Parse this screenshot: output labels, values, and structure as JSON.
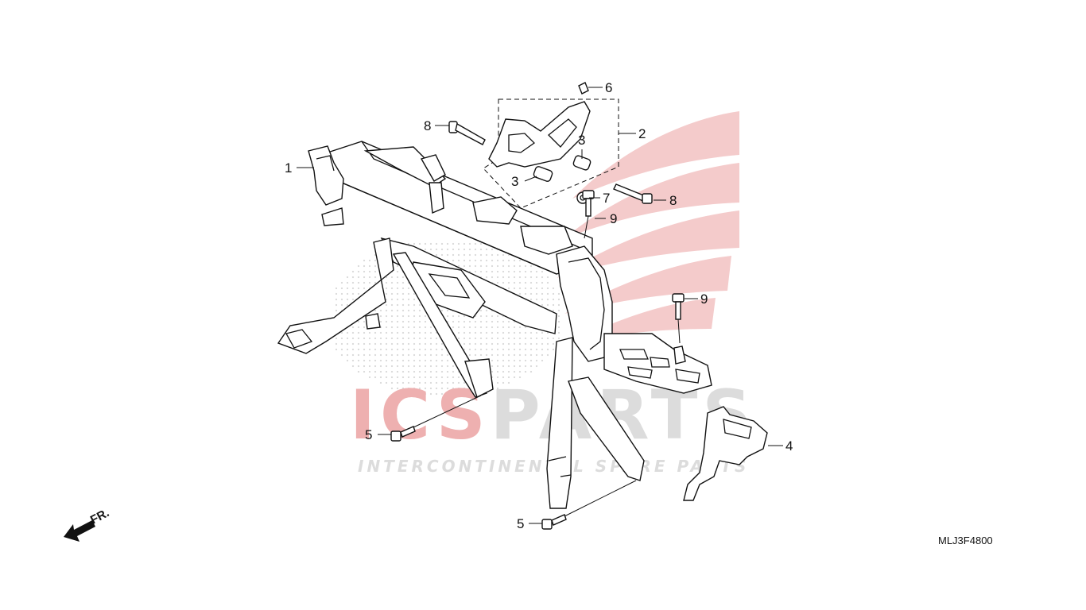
{
  "diagram": {
    "code": "MLJ3F4800",
    "front_label": "FR.",
    "callouts": [
      {
        "id": "1",
        "text": "1"
      },
      {
        "id": "2",
        "text": "2"
      },
      {
        "id": "3a",
        "text": "3"
      },
      {
        "id": "3b",
        "text": "3"
      },
      {
        "id": "4",
        "text": "4"
      },
      {
        "id": "5a",
        "text": "5"
      },
      {
        "id": "5b",
        "text": "5"
      },
      {
        "id": "6",
        "text": "6"
      },
      {
        "id": "7",
        "text": "7"
      },
      {
        "id": "8a",
        "text": "8"
      },
      {
        "id": "8b",
        "text": "8"
      },
      {
        "id": "9a",
        "text": "9"
      },
      {
        "id": "9b",
        "text": "9"
      }
    ]
  },
  "watermark": {
    "brand": "ICSPARTS",
    "brand_red_part": "ICS",
    "brand_grey_part": "PARTS",
    "tagline": "INTERCONTINENTAL SPARE PARTS",
    "red": "#e8a0a0",
    "grey": "#d6d6d6"
  }
}
